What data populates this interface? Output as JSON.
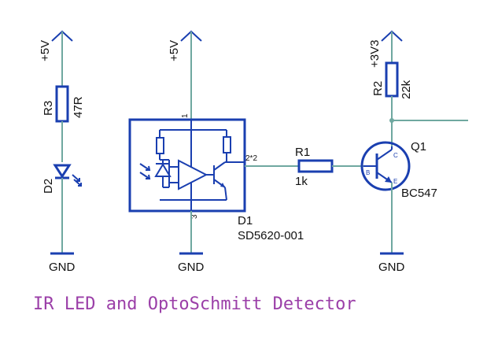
{
  "title": "IR LED and OptoSchmitt Detector",
  "power_labels": {
    "p5v_left": "+5V",
    "p5v_mid": "+5V",
    "p3v3": "+3V3",
    "gnd_left": "GND",
    "gnd_mid": "GND",
    "gnd_right": "GND"
  },
  "components": {
    "R3": {
      "ref": "R3",
      "value": "47R"
    },
    "D2": {
      "ref": "D2"
    },
    "D1": {
      "ref": "D1",
      "value": "SD5620-001",
      "pin1": "1",
      "pin2": "2*2",
      "pin3": "3"
    },
    "R1": {
      "ref": "R1",
      "value": "1k"
    },
    "R2": {
      "ref": "R2",
      "value": "22k"
    },
    "Q1": {
      "ref": "Q1",
      "value": "BC547",
      "pin_b": "B",
      "pin_c": "C",
      "pin_e": "E"
    }
  },
  "colors": {
    "wire": "#6fa8a0",
    "part": "#1a3fb0",
    "title": "#9b3fa8"
  }
}
